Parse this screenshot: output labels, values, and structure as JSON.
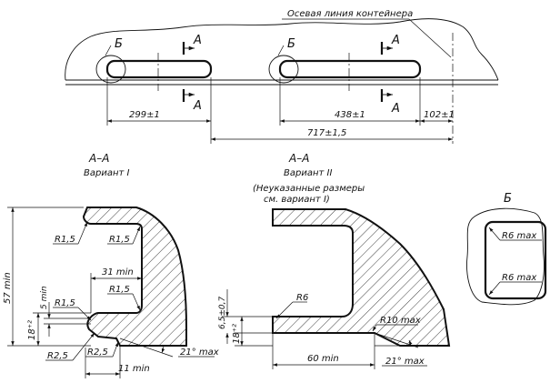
{
  "top": {
    "axis_label": "Осевая линия контейнера",
    "detail_mark": "Б",
    "section_mark": "А",
    "dim_left": "299±1",
    "dim_right": "438±1",
    "dim_end": "102±1",
    "dim_total": "717±1,5"
  },
  "section1": {
    "title": "А–А",
    "subtitle": "Вариант I",
    "r_top_left": "R1,5",
    "r_top_right": "R1,5",
    "r_mid_right": "R1,5",
    "r_mid_left": "R1,5",
    "r_bot_left": "R2,5",
    "r_bot_right": "R2,5",
    "dim_width": "31 min",
    "dim_height": "57 min",
    "dim_slot": "5 min",
    "dim_base": "18⁺²",
    "dim_bottom": "11 min",
    "angle": "21° max"
  },
  "section2": {
    "title": "А–А",
    "subtitle": "Вариант II",
    "note_line1": "(Неуказанные размеры",
    "note_line2": "см. вариант I)",
    "r_inner": "R6",
    "r_bottom": "R10 max",
    "dim_opening": "6,5±0,7",
    "dim_base": "18⁺²",
    "dim_width": "60 min",
    "angle": "21° max"
  },
  "detail": {
    "title": "Б",
    "r_top": "R6 max",
    "r_bottom": "R6 max"
  }
}
